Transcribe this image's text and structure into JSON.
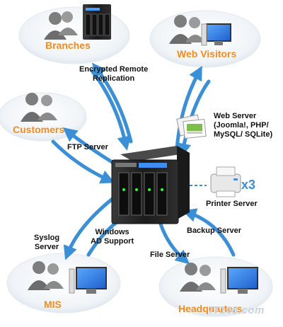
{
  "nodes": {
    "branches": "Branches",
    "web_visitors": "Web Visitors",
    "customers": "Customers",
    "mis": "MIS",
    "headquarters": "Headquarters"
  },
  "services": {
    "encrypted_line1": "Encrypted Remote",
    "encrypted_line2": "Replication",
    "web_server_line1": "Web Server",
    "web_server_line2": "(Joomla!, PHP/",
    "web_server_line3": "MySQL/ SQLite)",
    "ftp": "FTP Server",
    "printer": "Printer Server",
    "printer_count": "x3",
    "syslog_line1": "Syslog",
    "syslog_line2": "Server",
    "windows_line1": "Windows",
    "windows_line2": "AD Support",
    "backup": "Backup Server",
    "file": "File Server"
  },
  "watermark": "IT168.com",
  "colors": {
    "label_orange": "#f58a1f",
    "arrow_blue": "#3a8fd6",
    "ellipse_fill": "#eef3f8"
  }
}
